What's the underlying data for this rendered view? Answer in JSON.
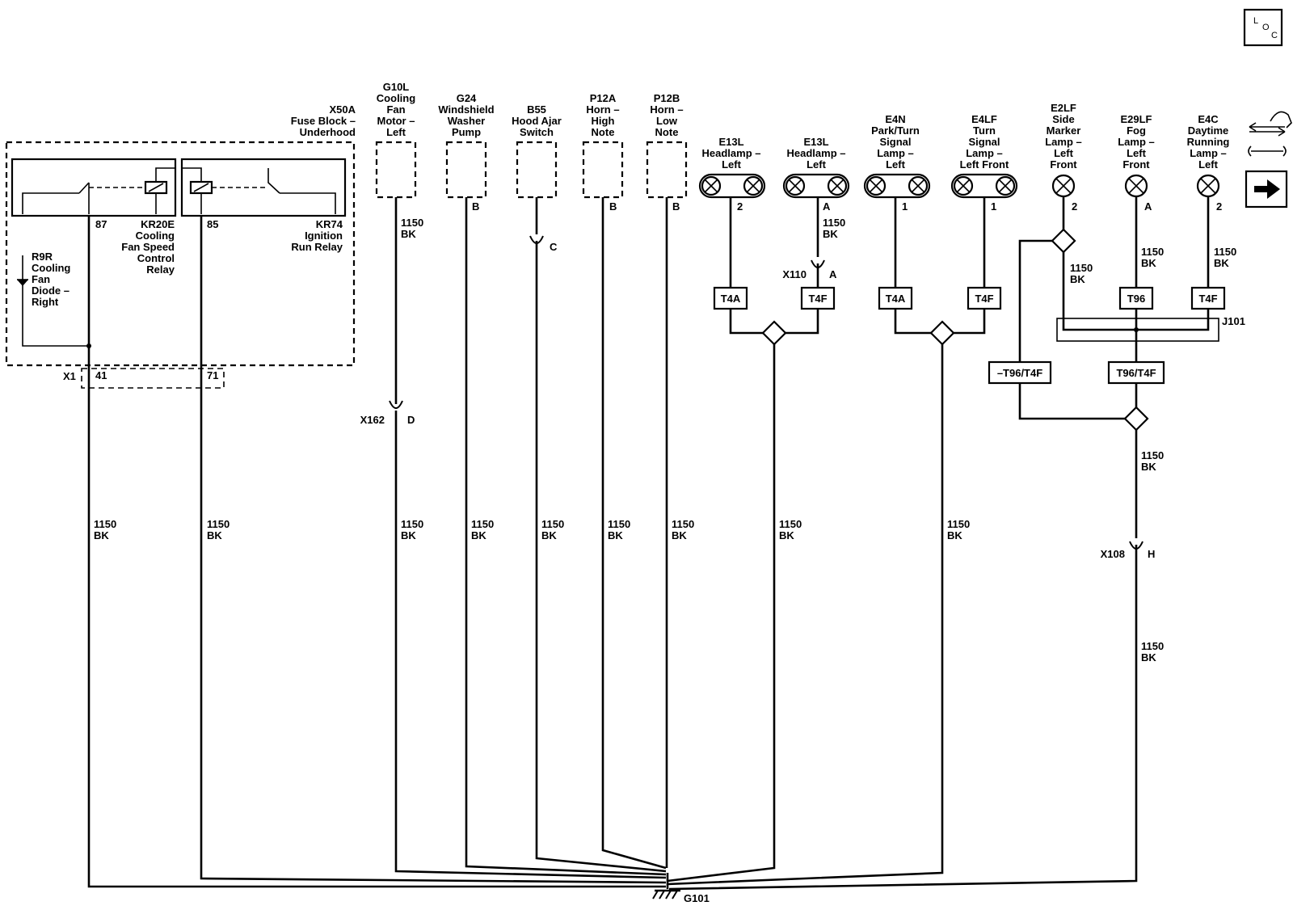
{
  "fuse_block": {
    "ref": "X50A",
    "name_lines": [
      "Fuse Block –",
      "Underhood"
    ],
    "relay_left": {
      "ref": "KR20E",
      "name_lines": [
        "Cooling",
        "Fan Speed",
        "Control",
        "Relay"
      ],
      "pin": "87"
    },
    "relay_right": {
      "ref": "KR74",
      "name_lines": [
        "Ignition",
        "Run Relay"
      ],
      "pin": "85"
    },
    "diode": {
      "ref": "R9R",
      "name_lines": [
        "Cooling",
        "Fan",
        "Diode –",
        "Right"
      ]
    },
    "connector": {
      "ref": "X1",
      "pin_left": "41",
      "pin_right": "71"
    }
  },
  "components": [
    {
      "ref": "G10L",
      "name_lines": [
        "Cooling",
        "Fan",
        "Motor –",
        "Left"
      ],
      "pin": ""
    },
    {
      "ref": "G24",
      "name_lines": [
        "Windshield",
        "Washer",
        "Pump"
      ],
      "pin": "B"
    },
    {
      "ref": "B55",
      "name_lines": [
        "Hood Ajar",
        "Switch"
      ],
      "pin": ""
    },
    {
      "ref": "P12A",
      "name_lines": [
        "Horn –",
        "High",
        "Note"
      ],
      "pin": "B"
    },
    {
      "ref": "P12B",
      "name_lines": [
        "Horn –",
        "Low",
        "Note"
      ],
      "pin": "B"
    }
  ],
  "lamps": [
    {
      "ref": "E13L",
      "name_lines": [
        "Headlamp –",
        "Left"
      ],
      "pin": "2",
      "option": "T4A"
    },
    {
      "ref": "E13L",
      "name_lines": [
        "Headlamp –",
        "Left"
      ],
      "pin": "A",
      "option": "T4F"
    },
    {
      "ref": "E4N",
      "name_lines": [
        "Park/Turn",
        "Signal",
        "Lamp –",
        "Left"
      ],
      "pin": "1",
      "option": "T4A"
    },
    {
      "ref": "E4LF",
      "name_lines": [
        "Turn",
        "Signal",
        "Lamp –",
        "Left Front"
      ],
      "pin": "1",
      "option": "T4F"
    },
    {
      "ref": "E2LF",
      "name_lines": [
        "Side",
        "Marker",
        "Lamp –",
        "Left",
        "Front"
      ],
      "pin": "2",
      "option": ""
    },
    {
      "ref": "E29LF",
      "name_lines": [
        "Fog",
        "Lamp –",
        "Left",
        "Front"
      ],
      "pin": "A",
      "option": "T96"
    },
    {
      "ref": "E4C",
      "name_lines": [
        "Daytime",
        "Running",
        "Lamp –",
        "Left"
      ],
      "pin": "2",
      "option": "T4F"
    }
  ],
  "inline_connectors": [
    {
      "ref": "X162",
      "pin": "D"
    },
    {
      "ref": "X110",
      "pin": "A"
    },
    {
      "ref": "X108",
      "pin": "H"
    },
    {
      "ref": "",
      "pin": "C"
    }
  ],
  "splice": {
    "ref": "J101"
  },
  "options": {
    "not_t96_t4f": "–T96/T4F",
    "t96_t4f": "T96/T4F"
  },
  "wire": {
    "circuit": "1150",
    "color": "BK"
  },
  "ground": {
    "ref": "G101"
  },
  "loc_icon": {
    "letters": [
      "L",
      "O",
      "C"
    ]
  },
  "icons": [
    "navigation-arrows-icon",
    "wrench-icon",
    "next-arrow-icon"
  ]
}
